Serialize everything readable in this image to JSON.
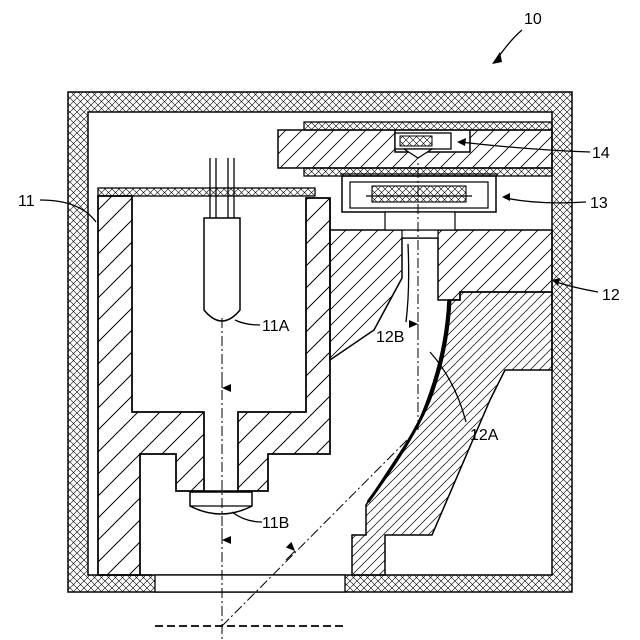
{
  "labels": {
    "device": "10",
    "housing_11": "11",
    "lamp_11A": "11A",
    "lens_11B": "11B",
    "housing_12": "12",
    "mirror_12A": "12A",
    "window_12B": "12B",
    "sensor_13": "13",
    "chip_14": "14"
  },
  "colors": {
    "line": "#000000",
    "background": "#ffffff"
  }
}
